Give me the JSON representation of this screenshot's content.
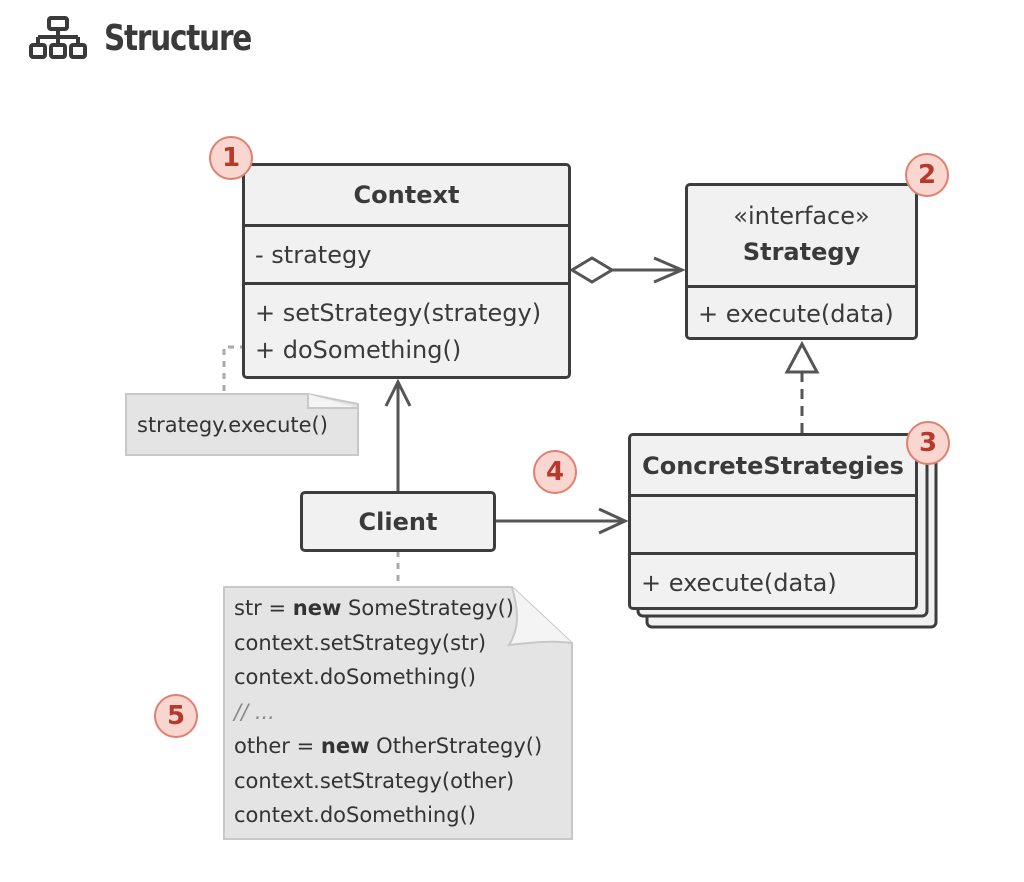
{
  "page": {
    "title": "Structure",
    "title_icon": "hierarchy-icon"
  },
  "context": {
    "name": "Context",
    "field": "- strategy",
    "methods": [
      "+ setStrategy(strategy)",
      "+ doSomething()"
    ]
  },
  "strategy": {
    "stereotype": "«interface»",
    "name": "Strategy",
    "method": "+ execute(data)"
  },
  "concrete": {
    "name": "ConcreteStrategies",
    "method": "+ execute(data)"
  },
  "client": {
    "name": "Client"
  },
  "note_context": {
    "text": "strategy.execute()"
  },
  "note_client": {
    "lines": [
      {
        "pre": "str = ",
        "kw": "new",
        "post": " SomeStrategy()"
      },
      {
        "pre": "context.setStrategy(str)",
        "kw": "",
        "post": ""
      },
      {
        "pre": "context.doSomething()",
        "kw": "",
        "post": ""
      },
      {
        "comment": "// ..."
      },
      {
        "pre": "other = ",
        "kw": "new",
        "post": " OtherStrategy()"
      },
      {
        "pre": "context.setStrategy(other)",
        "kw": "",
        "post": ""
      },
      {
        "pre": "context.doSomething()",
        "kw": "",
        "post": ""
      }
    ]
  },
  "badges": [
    "1",
    "2",
    "3",
    "4",
    "5"
  ],
  "colors": {
    "badge_fill": "#f9d6cf",
    "badge_border": "#e08070",
    "badge_text": "#b63a2c",
    "box_fill": "#f1f1f1",
    "note_fill": "#e4e4e4",
    "line": "#3d3d3d"
  }
}
